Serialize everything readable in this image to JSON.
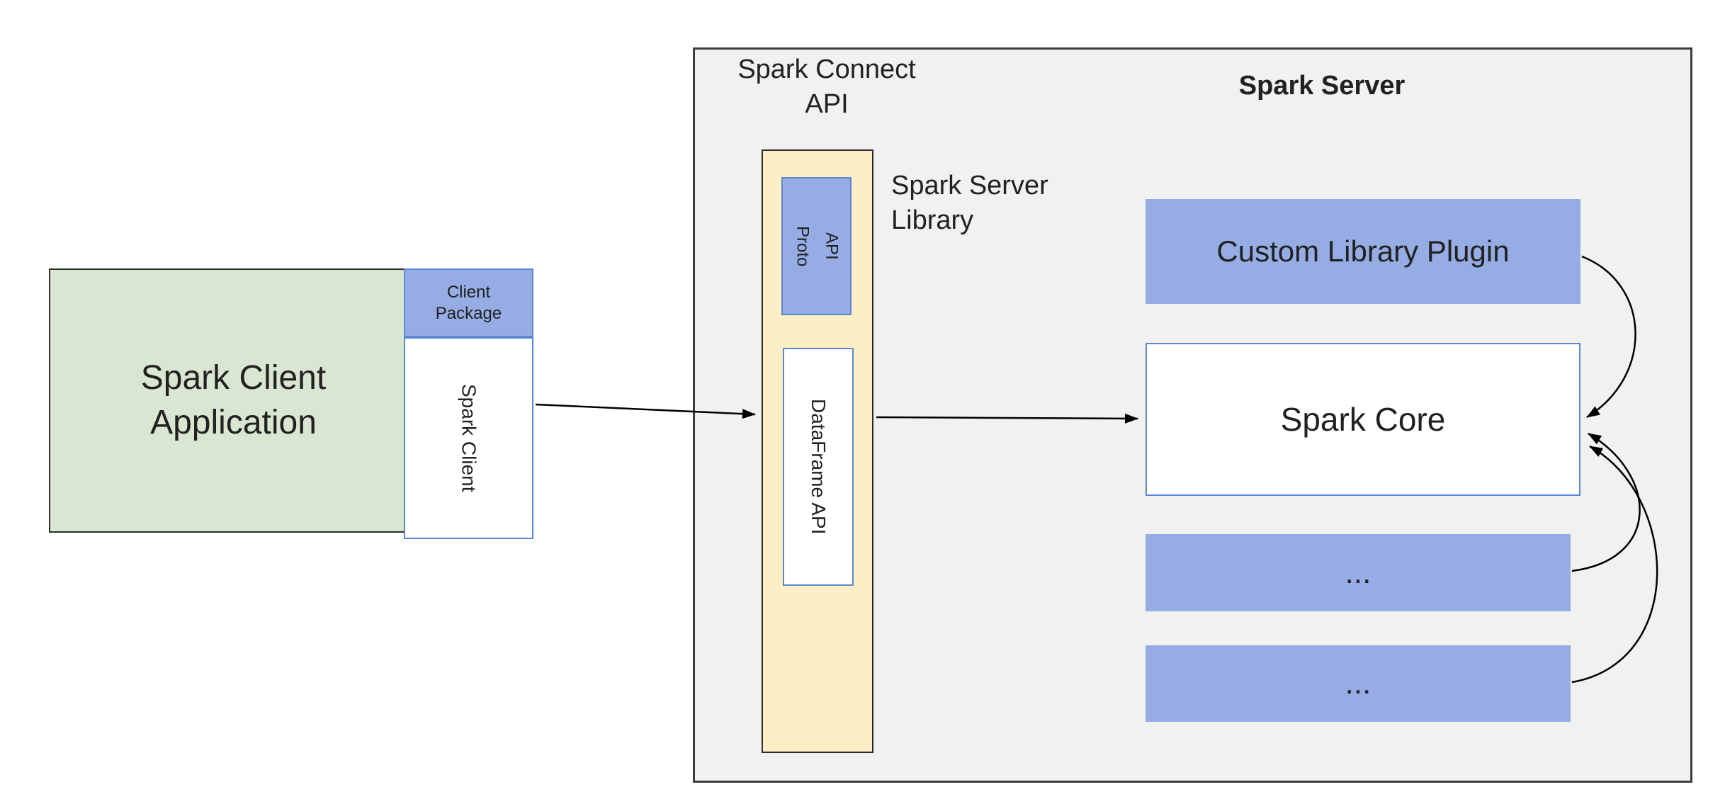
{
  "client_side": {
    "application_label": "Spark Client Application",
    "client_package_label": "Client Package",
    "spark_client_label": "Spark Client"
  },
  "connect_api": {
    "heading": "Spark Connect API",
    "proto_api_label": "Proto API",
    "dataframe_api_label": "DataFrame API",
    "library_caption": "Spark Server Library"
  },
  "server": {
    "heading": "Spark Server",
    "custom_plugin_label": "Custom Library Plugin",
    "spark_core_label": "Spark Core",
    "module_placeholder_1": "...",
    "module_placeholder_2": "..."
  },
  "colors": {
    "client_app_fill": "#d9e7d2",
    "accent_blue_fill": "#96ace4",
    "library_yellow_fill": "#fdeec5",
    "server_gray_fill": "#f1f1f2",
    "blue_border": "#5b87d5",
    "dark_border": "#2b2b2b",
    "arrow_color": "#000000",
    "text_color": "#212121"
  }
}
